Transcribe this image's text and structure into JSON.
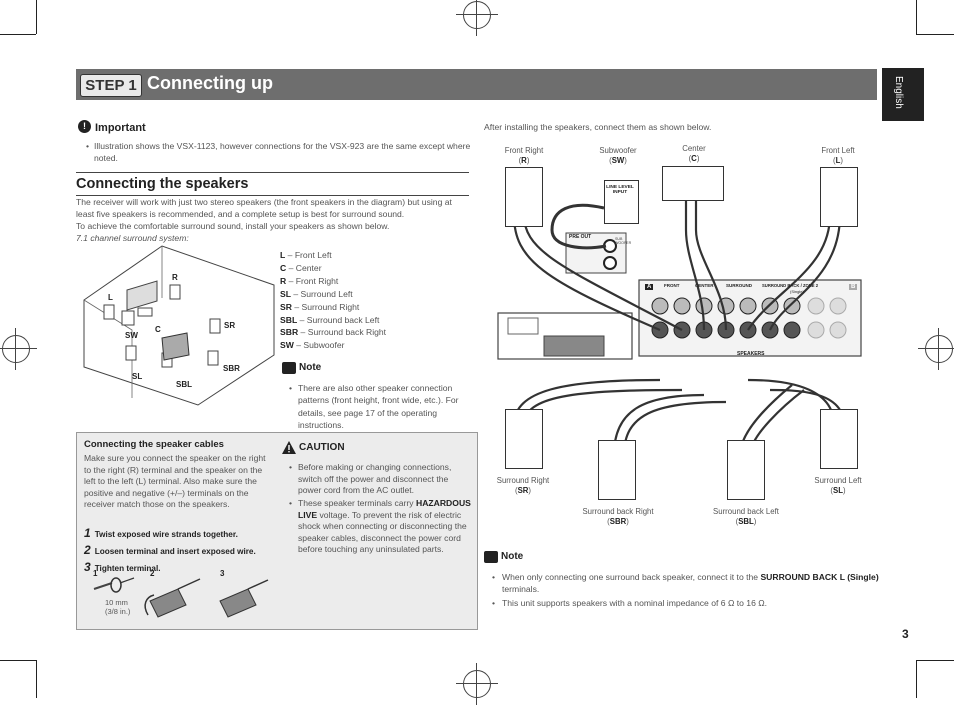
{
  "header": {
    "step_badge": "STEP 1",
    "title": "Connecting up",
    "language_tab": "English"
  },
  "important": {
    "heading": "Important",
    "bullet": "Illustration shows the VSX-1123, however connections for the VSX-923 are the same except where noted."
  },
  "section": {
    "title": "Connecting the speakers",
    "para1": "The receiver will work with just two stereo speakers (the front speakers in the diagram) but using at least five speakers is recommended, and a complete setup is best for surround sound.",
    "para2": "To achieve the comfortable surround sound, install your speakers as shown below.",
    "system_label": "7.1 channel surround system:"
  },
  "room_labels": {
    "L": "L",
    "R": "R",
    "C": "C",
    "SW": "SW",
    "SR": "SR",
    "SL": "SL",
    "SBL": "SBL",
    "SBR": "SBR"
  },
  "speaker_legend": [
    {
      "code": "L",
      "name": "Front Left"
    },
    {
      "code": "C",
      "name": "Center"
    },
    {
      "code": "R",
      "name": "Front Right"
    },
    {
      "code": "SL",
      "name": "Surround Left"
    },
    {
      "code": "SR",
      "name": "Surround Right"
    },
    {
      "code": "SBL",
      "name": "Surround back Left"
    },
    {
      "code": "SBR",
      "name": "Surround back Right"
    },
    {
      "code": "SW",
      "name": "Subwoofer"
    }
  ],
  "note1": {
    "heading": "Note",
    "bullet": "There are also other speaker connection patterns (front height, front wide, etc.). For details, see page 17 of the operating instructions."
  },
  "cables": {
    "title": "Connecting the speaker cables",
    "para": "Make sure you connect the speaker on the right to the right (R) terminal and the speaker on the left to the left (L) terminal. Also make sure the positive and negative (+/–) terminals on the receiver match those on the speakers.",
    "steps": [
      {
        "num": "1",
        "text": "Twist exposed wire strands together."
      },
      {
        "num": "2",
        "text": "Loosen terminal and insert exposed wire."
      },
      {
        "num": "3",
        "text": "Tighten terminal."
      }
    ],
    "fig_nums": [
      "1",
      "2",
      "3"
    ],
    "measure": "10 mm",
    "measure_in": "(3/8 in.)"
  },
  "caution": {
    "heading": "CAUTION",
    "bullet1": "Before making or changing connections, switch off the power and disconnect the power cord from the AC outlet.",
    "bullet2_pre": "These speaker terminals carry",
    "bullet2_bold": "HAZARDOUS LIVE",
    "bullet2_post": "voltage. To prevent the risk of electric shock when connecting or disconnecting the speaker cables, disconnect the power cord before touching any uninsulated parts."
  },
  "diagram": {
    "intro": "After installing the speakers, connect them as shown below.",
    "front_right": "Front Right",
    "front_right_code": "R",
    "subwoofer": "Subwoofer",
    "subwoofer_code": "SW",
    "center": "Center",
    "center_code": "C",
    "front_left": "Front Left",
    "front_left_code": "L",
    "surround_right": "Surround Right",
    "surround_right_code": "SR",
    "surround_back_right": "Surround back Right",
    "surround_back_right_code": "SBR",
    "surround_back_left": "Surround back Left",
    "surround_back_left_code": "SBL",
    "surround_left": "Surround Left",
    "surround_left_code": "SL",
    "line_level_input": "LINE LEVEL INPUT",
    "pre_out": "PRE OUT",
    "sub_woofer_small": "SUB WOOFER",
    "panel_front": "FRONT",
    "panel_center": "CENTER",
    "panel_surround": "SURROUND",
    "panel_surround_back": "SURROUND BACK / ZONE 2",
    "panel_single": "(Single)",
    "panel_a": "A",
    "panel_b": "B",
    "speakers_label": "SPEAKERS"
  },
  "note2": {
    "heading": "Note",
    "bullet1_pre": "When only connecting one surround back speaker, connect it to the",
    "bullet1_bold": "SURROUND BACK L (Single)",
    "bullet1_post": "terminals.",
    "bullet2": "This unit supports speakers with a nominal impedance of 6 Ω to 16 Ω."
  },
  "page_number": "3"
}
